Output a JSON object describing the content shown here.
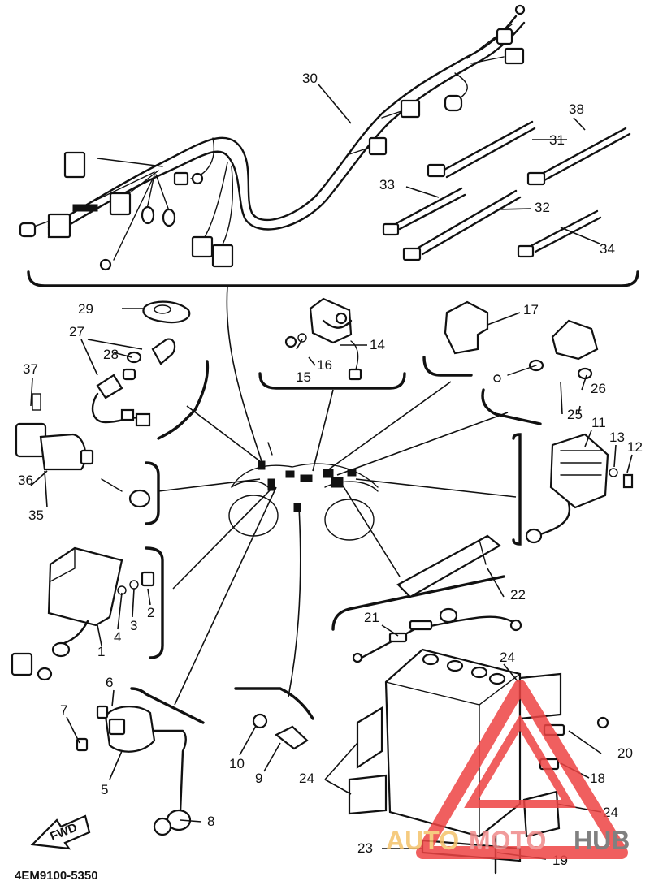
{
  "diagram": {
    "part_code": "4EM9100-5350",
    "direction_label": "FWD",
    "callouts": {
      "c1": "1",
      "c2": "2",
      "c3": "3",
      "c4": "4",
      "c5": "5",
      "c6": "6",
      "c7": "7",
      "c8": "8",
      "c9": "9",
      "c10": "10",
      "c11": "11",
      "c12": "12",
      "c13": "13",
      "c14": "14",
      "c15": "15",
      "c16": "16",
      "c17": "17",
      "c18": "18",
      "c19": "19",
      "c20": "20",
      "c21": "21",
      "c22": "22",
      "c23": "23",
      "c24": "24",
      "c25": "25",
      "c26": "26",
      "c27": "27",
      "c28": "28",
      "c29": "29",
      "c30": "30",
      "c31": "31",
      "c32": "32",
      "c33": "33",
      "c34": "34",
      "c35": "35",
      "c36": "36",
      "c37": "37",
      "c38": "38"
    }
  },
  "watermark": {
    "part1": "AUTO",
    "part2": "MOTO",
    "part3": "HUB",
    "colors": {
      "auto": "#f4c26b",
      "moto": "#ef8a8a",
      "hub": "#6b6b6b",
      "triangle": "#ee4444"
    }
  }
}
